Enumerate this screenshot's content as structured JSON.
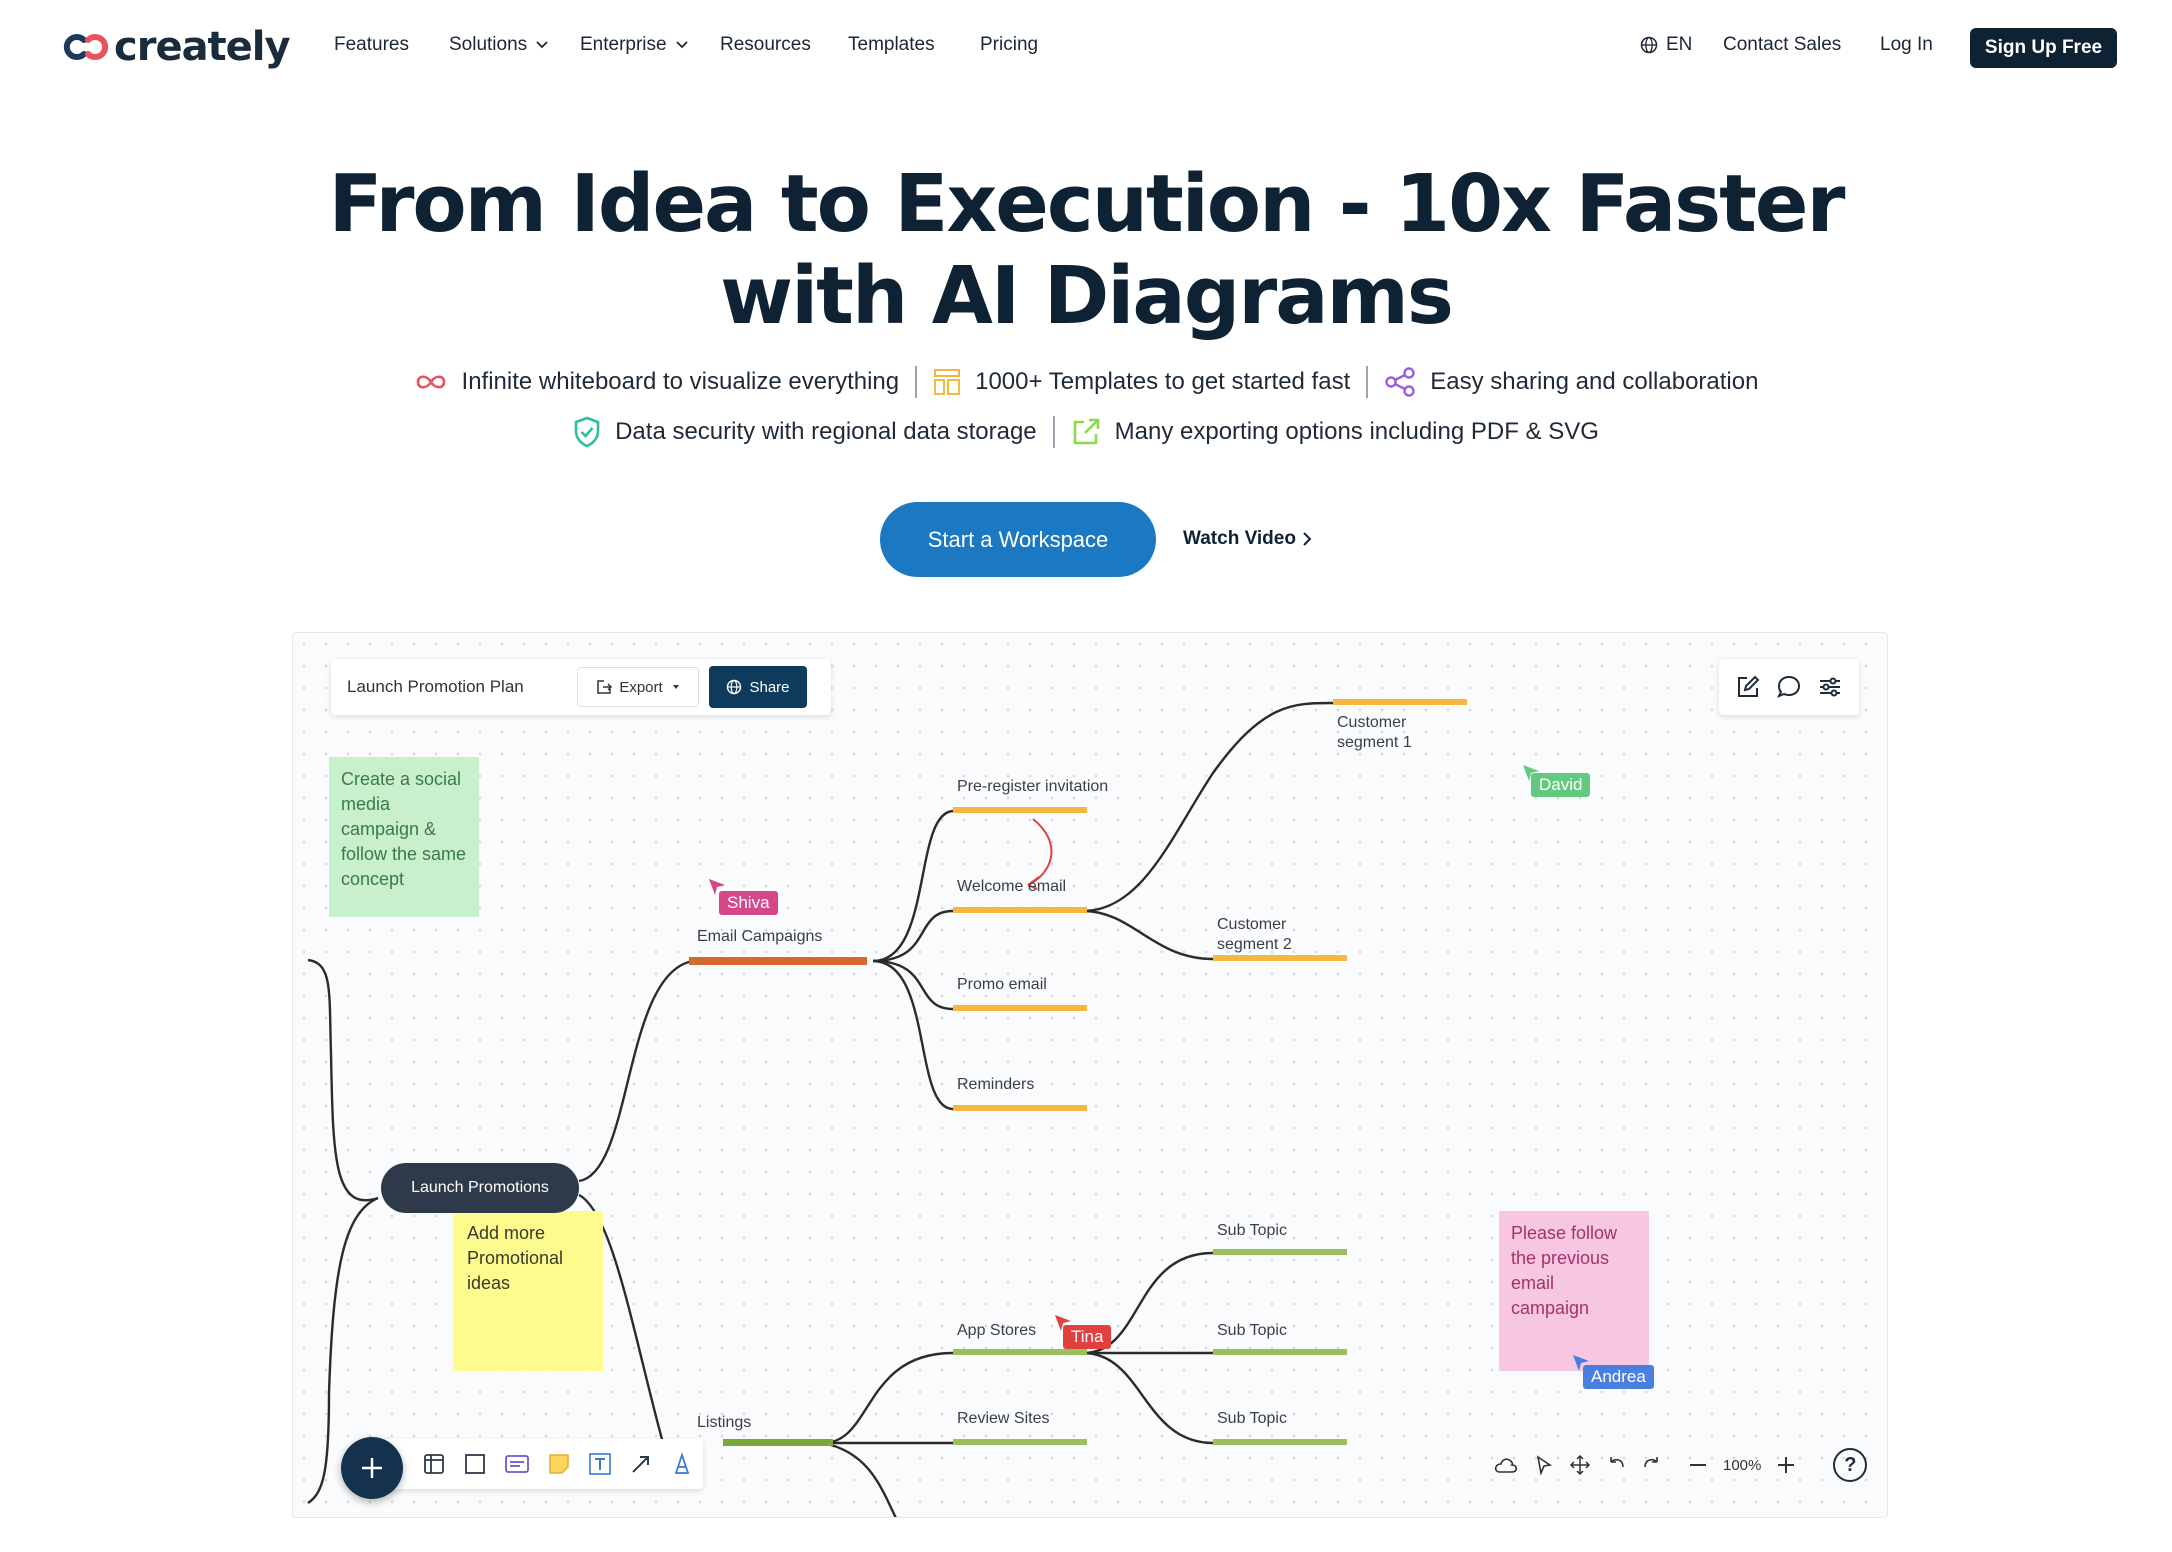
{
  "nav": {
    "logo_text": "creately",
    "items": [
      "Features",
      "Solutions",
      "Enterprise",
      "Resources",
      "Templates",
      "Pricing"
    ],
    "language": "EN",
    "contact_sales": "Contact Sales",
    "login": "Log In",
    "signup": "Sign Up Free"
  },
  "hero": {
    "title_line1": "From Idea to Execution - 10x Faster",
    "title_line2": "with AI Diagrams",
    "features_row1": [
      "Infinite whiteboard to visualize everything",
      "1000+ Templates to get started fast",
      "Easy sharing and collaboration"
    ],
    "features_row2": [
      "Data security with regional data storage",
      "Many exporting options including PDF & SVG"
    ],
    "cta": "Start a Workspace",
    "watch": "Watch Video"
  },
  "canvas": {
    "doc_title": "Launch Promotion Plan",
    "export": "Export",
    "share": "Share",
    "root": "Launch Promotions",
    "nodes": {
      "email_campaigns": "Email Campaigns",
      "pre_register": "Pre-register invitation",
      "welcome": "Welcome email",
      "promo": "Promo email",
      "reminders": "Reminders",
      "segment1_a": "Customer",
      "segment1_b": "segment 1",
      "segment2_a": "Customer",
      "segment2_b": "segment 2",
      "app_stores": "App Stores",
      "review_sites": "Review Sites",
      "listings": "Listings",
      "sub1": "Sub Topic",
      "sub2": "Sub Topic",
      "sub3": "Sub Topic"
    },
    "notes": {
      "green": "Create a social media campaign & follow the same concept",
      "yellow": "Add more Promotional ideas",
      "pink": "Please follow the previous email campaign"
    },
    "cursors": {
      "shiva": "Shiva",
      "david": "David",
      "tina": "Tina",
      "andrea": "Andrea"
    },
    "zoom": "100%",
    "help": "?"
  },
  "colors": {
    "navy": "#0f2233",
    "cta_blue": "#1b78c2",
    "orange_branch": "#d66a2c",
    "yellow_branch": "#f2b840",
    "green_branch": "#9bbf5a",
    "shiva": "#d6478a",
    "david": "#62c97e",
    "tina": "#e0413f",
    "andrea": "#4a7fe0"
  }
}
